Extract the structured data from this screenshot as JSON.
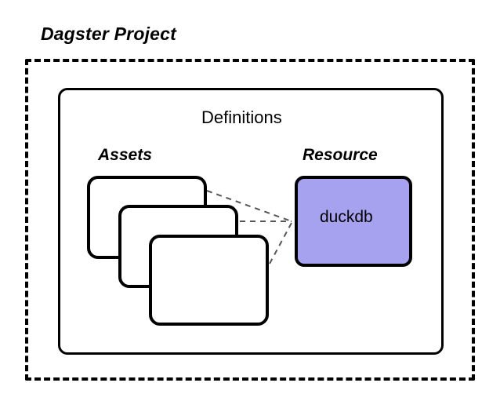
{
  "diagram": {
    "type": "block-diagram",
    "project": {
      "title": "Dagster Project",
      "border_style": "dashed",
      "border_color": "#000000"
    },
    "definitions": {
      "title": "Definitions",
      "border_style": "solid",
      "border_color": "#000000"
    },
    "assets": {
      "title": "Assets",
      "card_count": 3,
      "card_fill": "#ffffff",
      "card_border": "#000000",
      "cards": [
        {
          "label": ""
        },
        {
          "label": ""
        },
        {
          "label": ""
        }
      ]
    },
    "resource": {
      "title": "Resource",
      "name": "duckdb",
      "fill": "#a7a2f0",
      "border": "#000000"
    },
    "connections": [
      {
        "from": "asset-card-1",
        "to": "resource-card",
        "style": "dashed"
      },
      {
        "from": "asset-card-2",
        "to": "resource-card",
        "style": "dashed"
      },
      {
        "from": "asset-card-3",
        "to": "resource-card",
        "style": "dashed"
      }
    ]
  }
}
